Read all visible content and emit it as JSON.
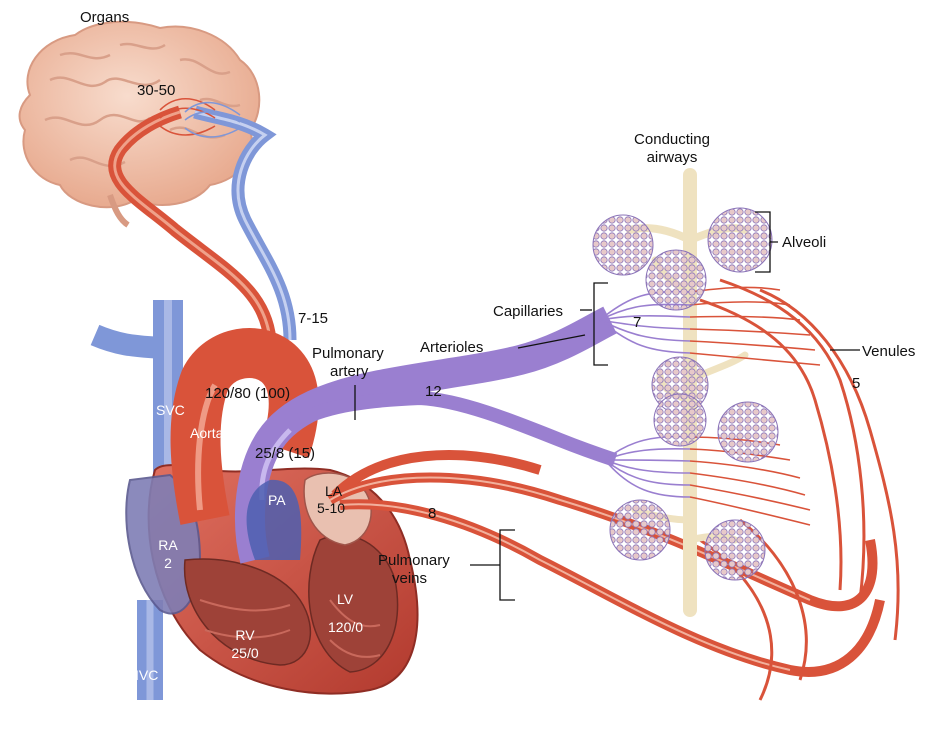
{
  "labels": {
    "organs": "Organs",
    "conducting_airways_line1": "Conducting",
    "conducting_airways_line2": "airways",
    "alveoli": "Alveoli",
    "capillaries": "Capillaries",
    "arterioles": "Arterioles",
    "venules": "Venules",
    "pulmonary_artery_line1": "Pulmonary",
    "pulmonary_artery_line2": "artery",
    "pulmonary_veins_line1": "Pulmonary",
    "pulmonary_veins_line2": "veins",
    "svc": "SVC",
    "ivc": "IVC",
    "aorta": "Aorta",
    "pa": "PA",
    "ra": "RA",
    "rv": "RV",
    "la": "LA",
    "lv": "LV"
  },
  "pressures": {
    "organs": "30-50",
    "systemic_veins": "7-15",
    "aorta": "120/80 (100)",
    "pulmonary_artery": "25/8 (15)",
    "pulmonary_artery_branch": "12",
    "capillaries": "7",
    "venules": "5",
    "pulmonary_veins": "8",
    "ra": "2",
    "rv": "25/0",
    "la": "5-10",
    "lv": "120/0"
  },
  "colors": {
    "artery_red": "#d9533a",
    "vein_blue": "#7f97d8",
    "pulmonary_purple": "#9a7fd0",
    "heart_red": "#c8483a",
    "brain_pink": "#f2c6b0",
    "airway_beige": "#efe2c0"
  }
}
